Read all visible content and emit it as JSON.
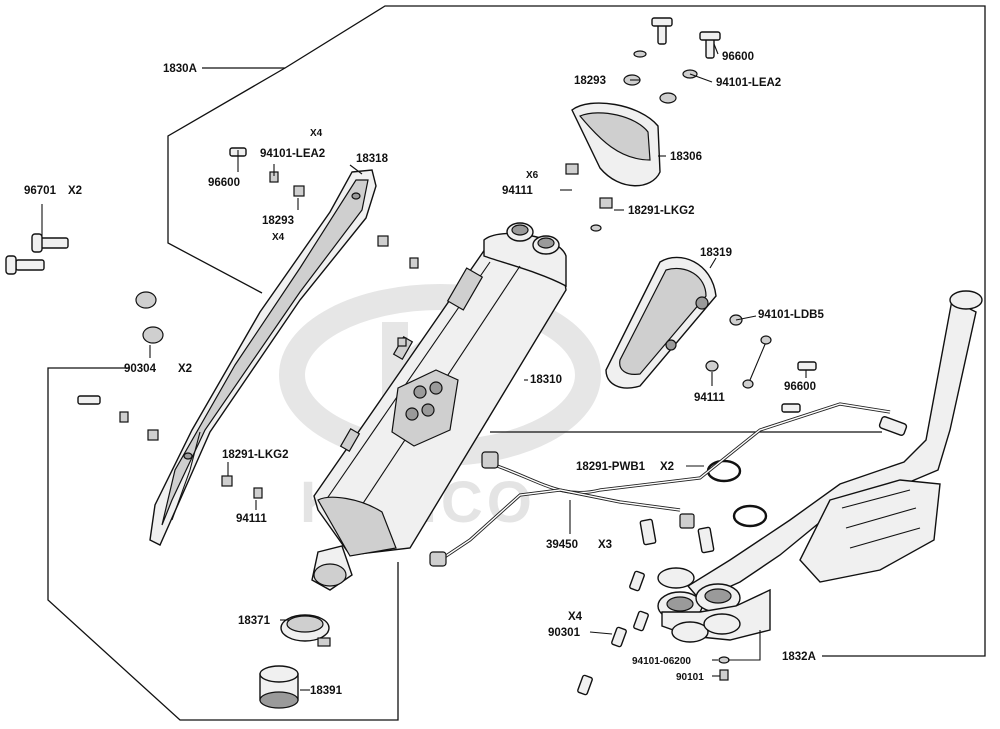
{
  "watermark": {
    "brand": "KYMCO"
  },
  "labels": {
    "p1830A": "1830A",
    "p96701": "96701",
    "p96701_qty": "X2",
    "p96600_left": "96600",
    "p94101_lea2_left": "94101-LEA2",
    "x4_top": "X4",
    "p18318": "18318",
    "p18293_left": "18293",
    "x4_mid": "X4",
    "p90304": "90304",
    "p90304_qty": "X2",
    "p18291_lkg2_left": "18291-LKG2",
    "p94111_left": "94111",
    "p18371": "18371",
    "p18391": "18391",
    "p96600_top": "96600",
    "p18293_top": "18293",
    "p94101_lea2_top": "94101-LEA2",
    "p18306": "18306",
    "x6": "X6",
    "p94111_top": "94111",
    "p18291_lkg2_top": "18291-LKG2",
    "p18319": "18319",
    "p94101_ldb5": "94101-LDB5",
    "p18310": "18310",
    "p94111_right": "94111",
    "p96600_right": "96600",
    "p18291_pwb1": "18291-PWB1",
    "p18291_pwb1_qty": "X2",
    "p39450": "39450",
    "p39450_qty": "X3",
    "x4_bottom": "X4",
    "p90301": "90301",
    "p94101_06200": "94101-06200",
    "p90101": "90101",
    "p1832A": "1832A"
  }
}
